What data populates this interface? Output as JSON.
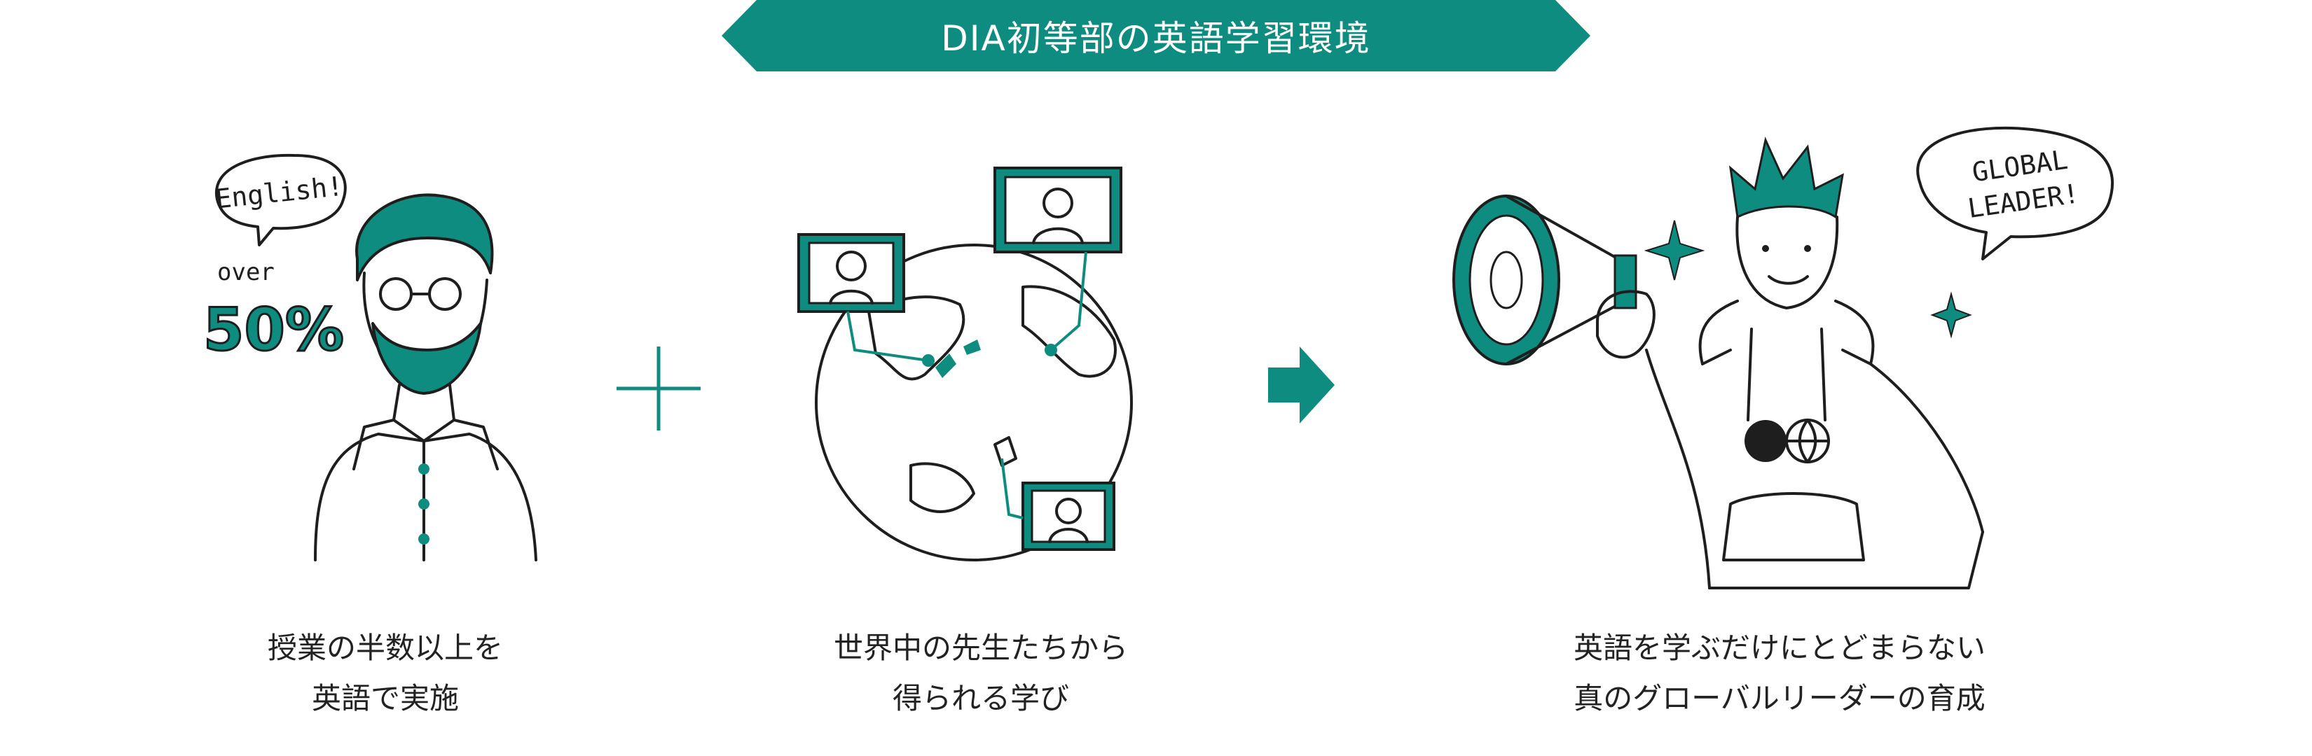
{
  "banner": {
    "title": "DIA初等部の英語学習環境"
  },
  "colors": {
    "accent": "#0f8c80",
    "ink": "#1e1e1e",
    "background": "#ffffff"
  },
  "panel_teacher": {
    "bubble_text": "English!",
    "stat_prefix": "over",
    "stat_value": "50%",
    "caption_line1": "授業の半数以上を",
    "caption_line2": "英語で実施"
  },
  "panel_world": {
    "caption_line1": "世界中の先生たちから",
    "caption_line2": "得られる学び"
  },
  "panel_leader": {
    "bubble_line1": "GLOBAL",
    "bubble_line2": "LEADER!",
    "caption_line1": "英語を学ぶだけにとどまらない",
    "caption_line2": "真のグローバルリーダーの育成"
  },
  "icons": [
    "plus-icon",
    "arrow-right-icon",
    "megaphone-icon",
    "globe-icon",
    "sparkle-icon"
  ]
}
